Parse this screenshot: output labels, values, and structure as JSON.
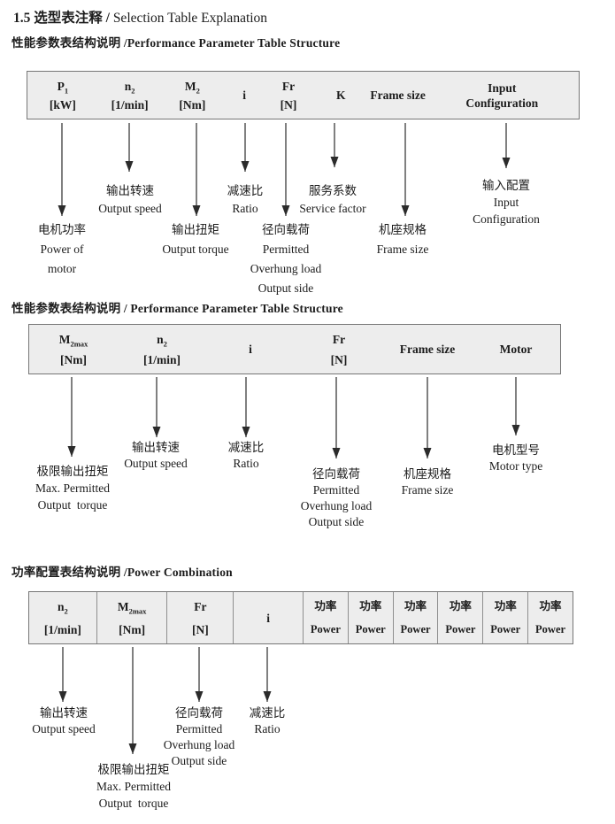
{
  "title": {
    "lead": "1.5 选型表注释 /",
    "tail": " Selection Table Explanation"
  },
  "colors": {
    "table_fill": "#ededed",
    "table_border": "#767676",
    "ink": "#1c1c1c"
  },
  "s1": {
    "heading": "性能参数表结构说明 /Performance Parameter Table Structure",
    "cols": [
      {
        "sym": "P",
        "sub": "1",
        "unit": "[kW]"
      },
      {
        "sym": "n",
        "sub": "2",
        "unit": "[1/min]"
      },
      {
        "sym": "M",
        "sub": "2",
        "unit": "[Nm]"
      },
      {
        "sym": "i"
      },
      {
        "sym": "Fr",
        "unit": "[N]"
      },
      {
        "sym": "K"
      },
      {
        "sym": "Frame size"
      },
      {
        "sym": "Input\nConfiguration"
      }
    ],
    "labels": {
      "power_of_motor": "电机功率\nPower of\nmotor",
      "output_speed": "输出转速\nOutput speed",
      "output_torque": "输出扭矩\nOutput torque",
      "ratio": "减速比\nRatio",
      "overhung_load": "径向载荷\nPermitted\nOverhung load\nOutput side",
      "service_factor": "服务系数\nService factor",
      "frame_size": "机座规格\nFrame size",
      "input_configuration": "输入配置\nInput\nConfiguration"
    }
  },
  "s2": {
    "heading": "性能参数表结构说明 / Performance Parameter Table Structure",
    "cols": [
      {
        "sym": "M",
        "sub": "2max",
        "unit": "[Nm]"
      },
      {
        "sym": "n",
        "sub": "2",
        "unit": "[1/min]"
      },
      {
        "sym": "i"
      },
      {
        "sym": "Fr",
        "unit": "[N]"
      },
      {
        "sym": "Frame size"
      },
      {
        "sym": "Motor"
      }
    ],
    "labels": {
      "max_output_torque": "极限输出扭矩\nMax. Permitted\nOutput  torque",
      "output_speed": "输出转速\nOutput speed",
      "ratio": "减速比\nRatio",
      "overhung_load": "径向载荷\nPermitted\nOverhung load\nOutput side",
      "frame_size": "机座规格\nFrame size",
      "motor_type": "电机型号\nMotor type"
    }
  },
  "s3": {
    "heading": "功率配置表结构说明 /Power Combination",
    "cols": [
      {
        "sym": "n",
        "sub": "2",
        "unit": "[1/min]"
      },
      {
        "sym": "M",
        "sub": "2max",
        "unit": "[Nm]"
      },
      {
        "sym": "Fr",
        "unit": "[N]"
      },
      {
        "sym": "i"
      },
      {
        "sym": "功率",
        "unit": "Power"
      },
      {
        "sym": "功率",
        "unit": "Power"
      },
      {
        "sym": "功率",
        "unit": "Power"
      },
      {
        "sym": "功率",
        "unit": "Power"
      },
      {
        "sym": "功率",
        "unit": "Power"
      },
      {
        "sym": "功率",
        "unit": "Power"
      }
    ],
    "labels": {
      "output_speed": "输出转速\nOutput speed",
      "max_output_torque": "极限输出扭矩\nMax. Permitted\nOutput  torque",
      "overhung_load": "径向载荷\nPermitted\nOverhung load\nOutput side",
      "ratio": "减速比\nRatio"
    }
  }
}
